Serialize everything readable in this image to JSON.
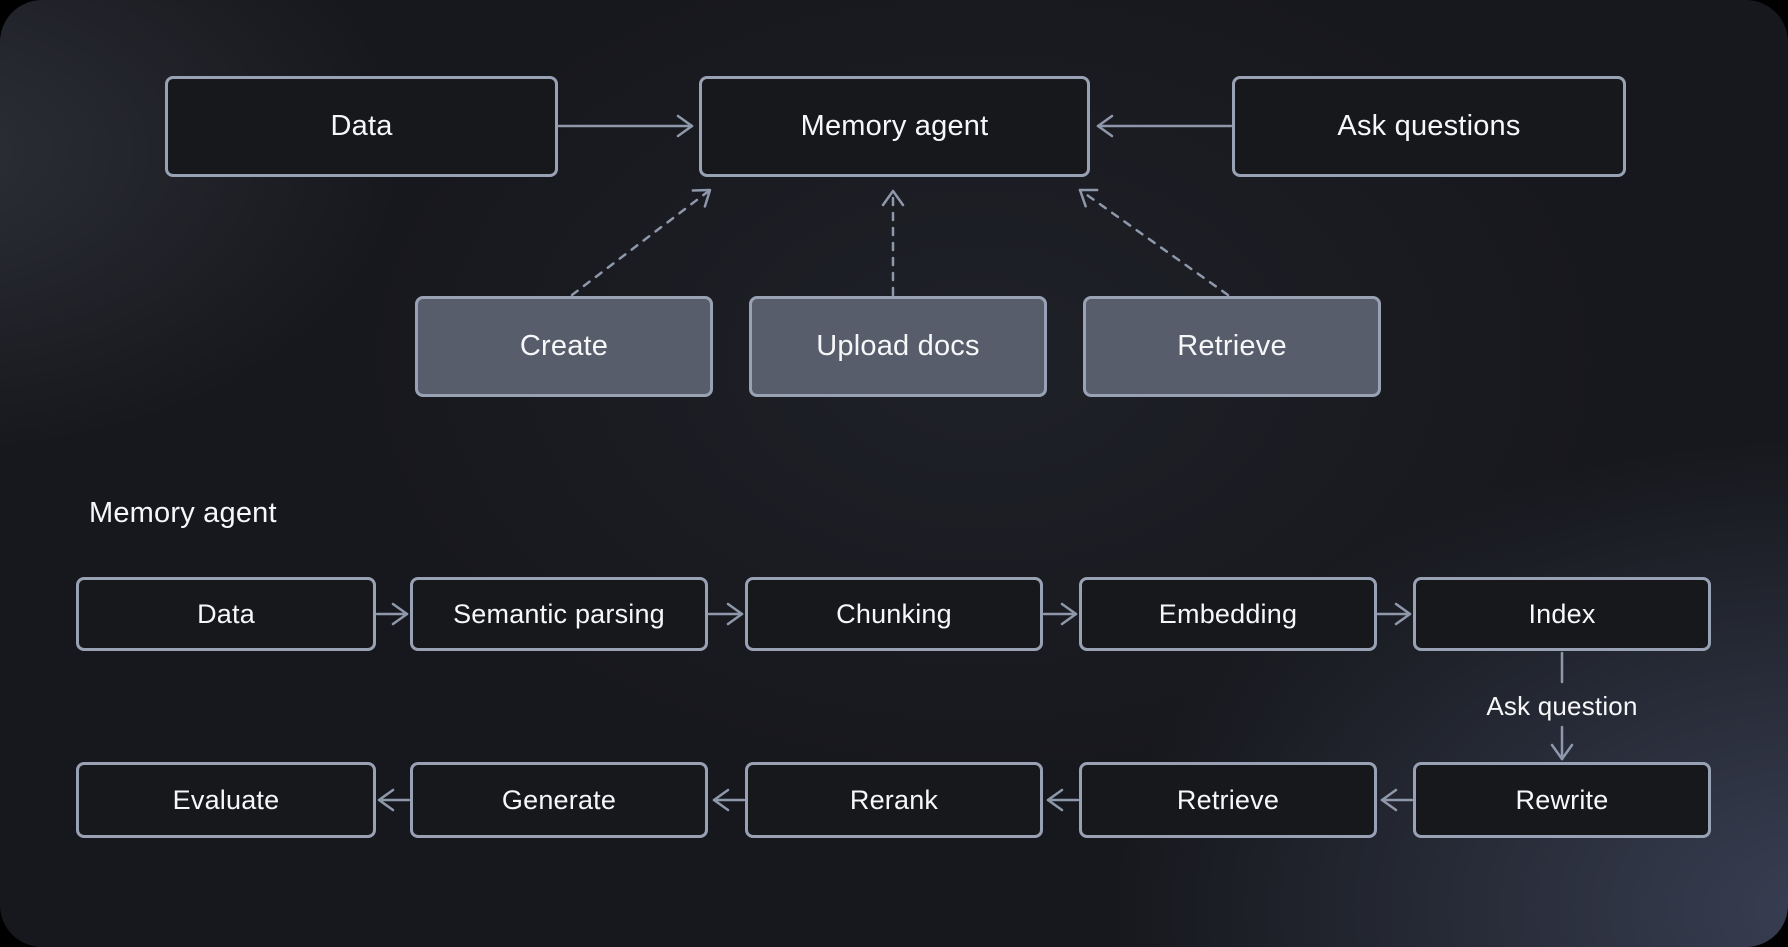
{
  "colors": {
    "node_border": "#99a2b4",
    "dark_node_fill": "#17181c",
    "gray_node_fill": "#575d6a",
    "arrow": "#8e98aa",
    "text": "#f6f7f9",
    "canvas_base": "#17181d"
  },
  "overview": {
    "data": "Data",
    "memory_agent": "Memory agent",
    "ask_questions": "Ask questions",
    "create": "Create",
    "upload_docs": "Upload docs",
    "retrieve": "Retrieve"
  },
  "pipeline": {
    "title": "Memory agent",
    "row1": [
      "Data",
      "Semantic parsing",
      "Chunking",
      "Embedding",
      "Index"
    ],
    "row2": [
      "Evaluate",
      "Generate",
      "Rerank",
      "Retrieve",
      "Rewrite"
    ],
    "ask_question_label": "Ask question"
  },
  "edges": {
    "overview": [
      {
        "from": "Data",
        "to": "Memory agent",
        "style": "solid"
      },
      {
        "from": "Ask questions",
        "to": "Memory agent",
        "style": "solid"
      },
      {
        "from": "Create",
        "to": "Memory agent",
        "style": "dashed"
      },
      {
        "from": "Upload docs",
        "to": "Memory agent",
        "style": "dashed"
      },
      {
        "from": "Retrieve",
        "to": "Memory agent",
        "style": "dashed"
      }
    ],
    "pipeline": [
      {
        "from": "Data",
        "to": "Semantic parsing",
        "style": "solid"
      },
      {
        "from": "Semantic parsing",
        "to": "Chunking",
        "style": "solid"
      },
      {
        "from": "Chunking",
        "to": "Embedding",
        "style": "solid"
      },
      {
        "from": "Embedding",
        "to": "Index",
        "style": "solid"
      },
      {
        "from": "Index",
        "to": "Rewrite",
        "style": "solid",
        "label": "Ask question"
      },
      {
        "from": "Rewrite",
        "to": "Retrieve",
        "style": "solid"
      },
      {
        "from": "Retrieve",
        "to": "Rerank",
        "style": "solid"
      },
      {
        "from": "Rerank",
        "to": "Generate",
        "style": "solid"
      },
      {
        "from": "Generate",
        "to": "Evaluate",
        "style": "solid"
      }
    ]
  }
}
